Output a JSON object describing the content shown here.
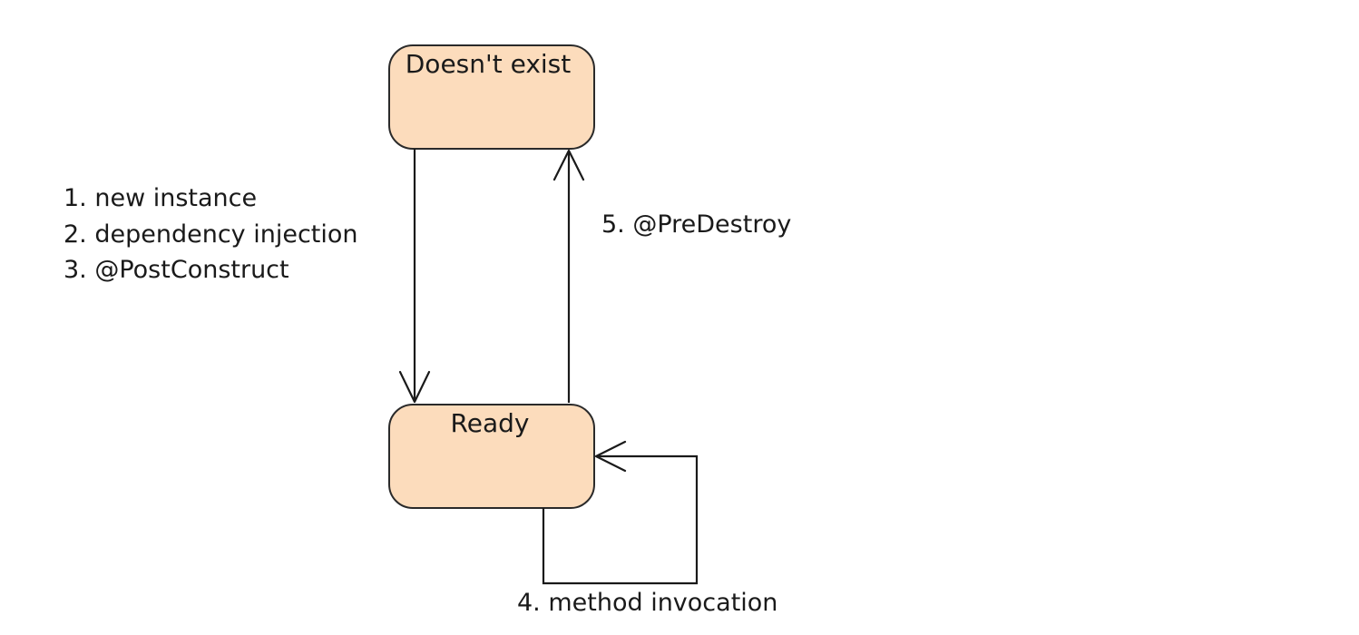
{
  "colors": {
    "state_fill": "#fcdcbc",
    "line": "#1a1a1a"
  },
  "states": {
    "doesnt_exist": {
      "label": "Doesn't exist"
    },
    "ready": {
      "label": "Ready"
    }
  },
  "transitions": {
    "creation": {
      "steps": [
        "1. new instance",
        "2. dependency injection",
        "3. @PostConstruct"
      ]
    },
    "destruction": {
      "label": "5. @PreDestroy"
    },
    "invocation": {
      "label": "4. method invocation"
    }
  }
}
